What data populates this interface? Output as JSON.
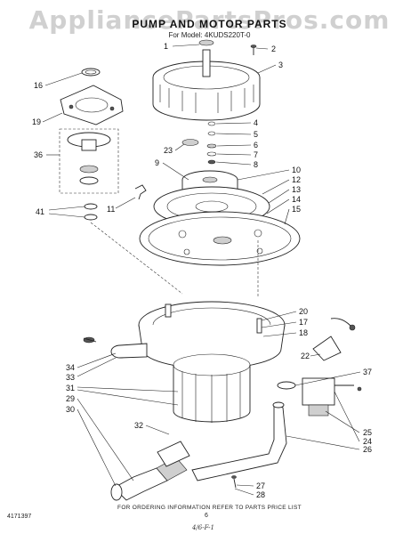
{
  "header": {
    "watermark": "AppliancePartsPros.com",
    "title": "PUMP AND MOTOR PARTS",
    "model": "For Model: 4KUDS220T-0"
  },
  "callouts": [
    "1",
    "2",
    "3",
    "4",
    "5",
    "6",
    "7",
    "8",
    "9",
    "10",
    "11",
    "12",
    "13",
    "14",
    "15",
    "16",
    "17",
    "18",
    "19",
    "20",
    "22",
    "23",
    "24",
    "25",
    "26",
    "27",
    "28",
    "29",
    "30",
    "31",
    "32",
    "33",
    "34",
    "36",
    "37",
    "41"
  ],
  "footer": {
    "ordering_note": "FOR ORDERING INFORMATION REFER TO PARTS PRICE LIST",
    "doc_number": "4171397",
    "page_number": "6",
    "handwritten": "4/6-F-1"
  }
}
